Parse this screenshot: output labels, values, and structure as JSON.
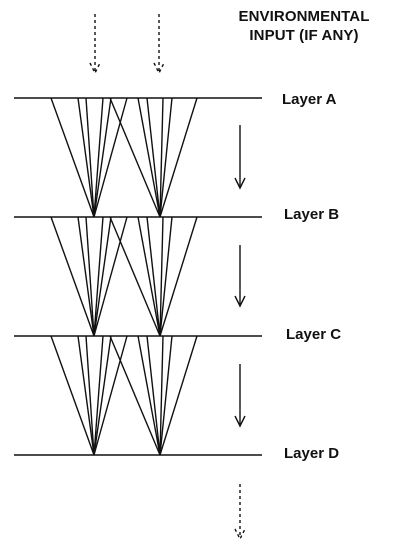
{
  "environment": {
    "line1": "ENVIRONMENTAL",
    "line2": "INPUT (IF ANY)"
  },
  "layers": [
    {
      "label": "Layer A"
    },
    {
      "label": "Layer B"
    },
    {
      "label": "Layer C"
    },
    {
      "label": "Layer D"
    }
  ],
  "colors": {
    "ink": "#111111",
    "background": "#ffffff"
  }
}
